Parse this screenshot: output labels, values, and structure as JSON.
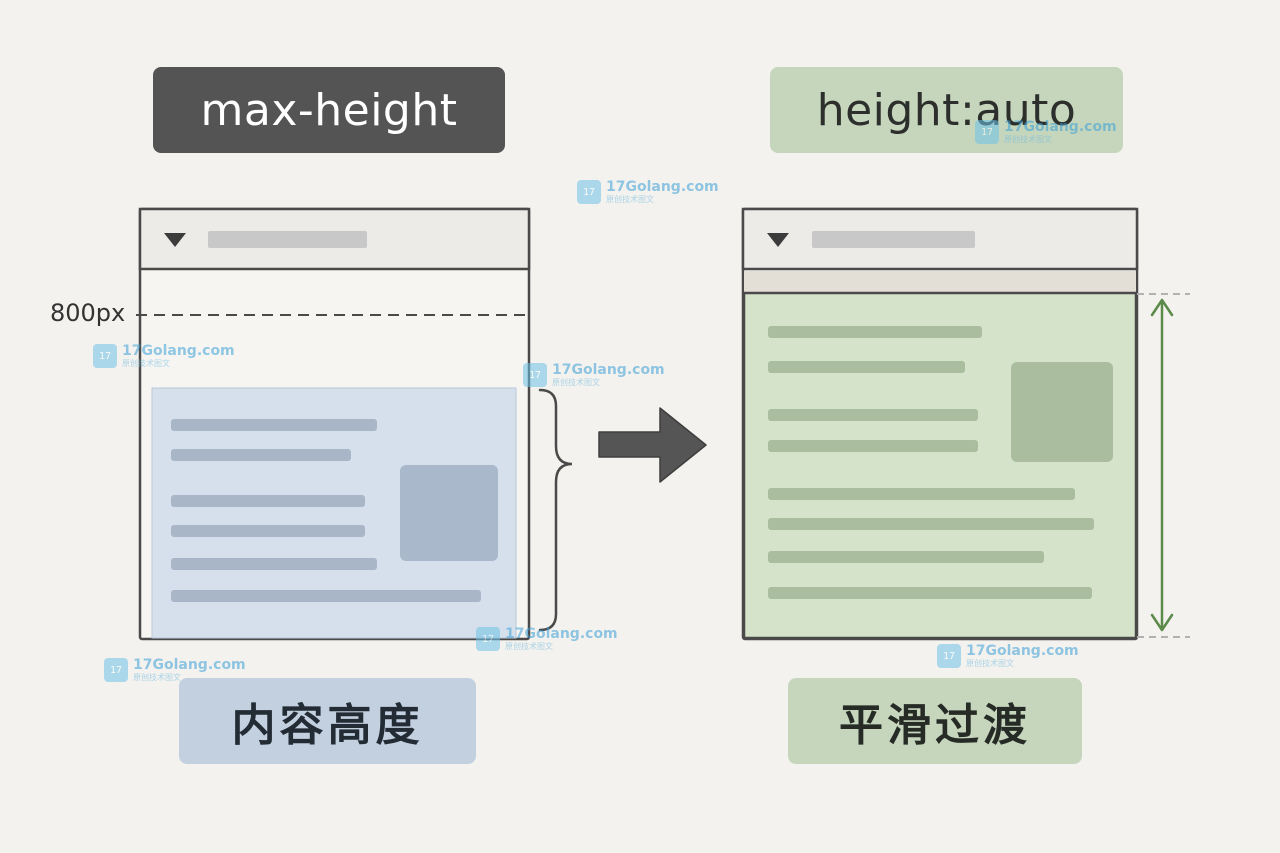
{
  "labels": {
    "left_top": "max-height",
    "right_top": "height:auto",
    "left_bottom": "内容高度",
    "right_bottom": "平滑过渡",
    "marker": "800px"
  },
  "watermark": {
    "text": "17Golang.com",
    "subtext": "原创技术图文",
    "logo_glyph": "17"
  },
  "colors": {
    "background": "#f4f2ee",
    "dark_tag": "#545454",
    "green_tag": "#c6d6bd",
    "blue_tag": "#c2d0e0",
    "blue_panel": "#d5e0ec",
    "green_panel": "#d6e3cb",
    "accent_green": "#5b8a4a"
  },
  "icons": [
    "caret-down-icon",
    "arrow-right-icon",
    "curly-brace-icon",
    "double-arrow-vertical-icon",
    "watermark-logo-icon"
  ]
}
